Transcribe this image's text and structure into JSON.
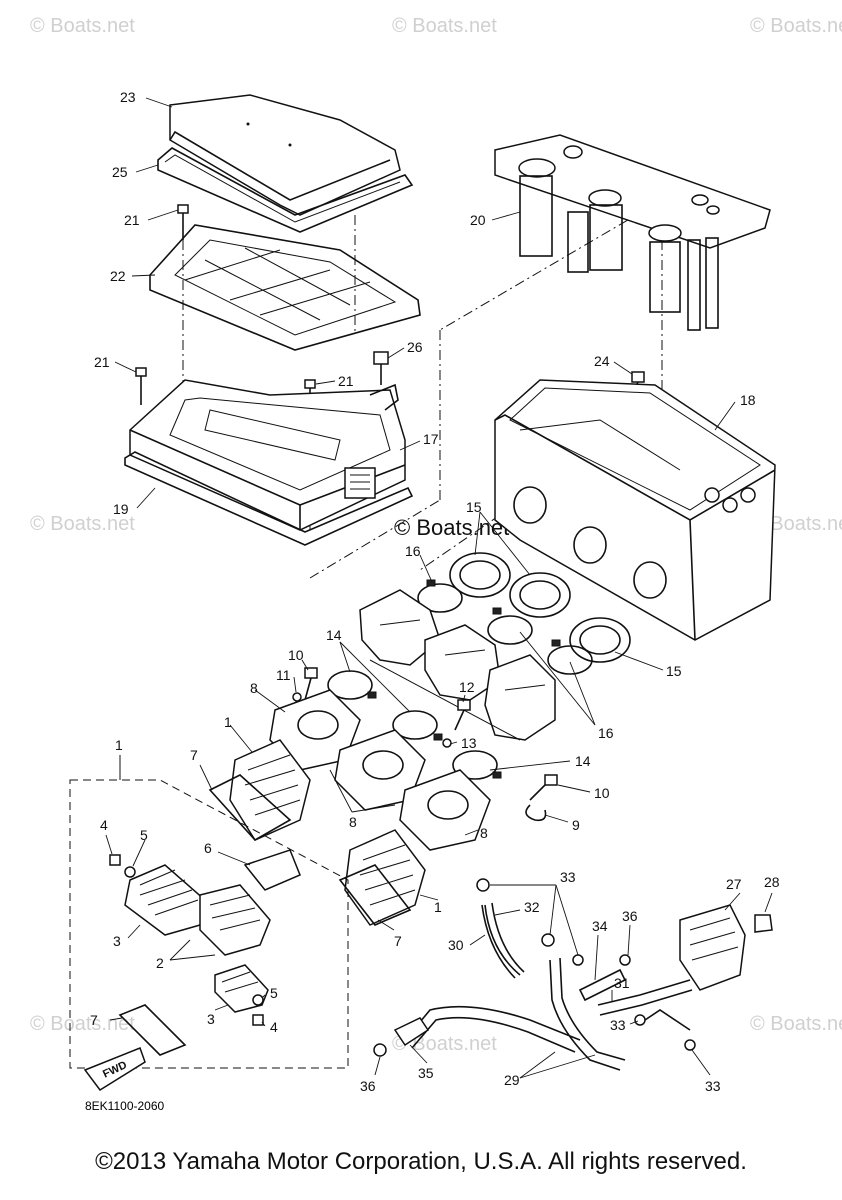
{
  "watermark": {
    "text": "© Boats.net",
    "center_text": "© Boats.net"
  },
  "callouts": {
    "c1a": "1",
    "c1b": "1",
    "c1c": "1",
    "c2": "2",
    "c3a": "3",
    "c3b": "3",
    "c4a": "4",
    "c4b": "4",
    "c5a": "5",
    "c5b": "5",
    "c6": "6",
    "c7a": "7",
    "c7b": "7",
    "c7c": "7",
    "c8a": "8",
    "c8b": "8",
    "c8c": "8",
    "c9": "9",
    "c10a": "10",
    "c10b": "10",
    "c11": "11",
    "c12": "12",
    "c13": "13",
    "c14a": "14",
    "c14b": "14",
    "c15a": "15",
    "c15b": "15",
    "c16a": "16",
    "c16b": "16",
    "c17": "17",
    "c18": "18",
    "c19": "19",
    "c20": "20",
    "c21a": "21",
    "c21b": "21",
    "c21c": "21",
    "c22": "22",
    "c23": "23",
    "c24": "24",
    "c25": "25",
    "c26": "26",
    "c27": "27",
    "c28": "28",
    "c29": "29",
    "c30": "30",
    "c31": "31",
    "c32": "32",
    "c33a": "33",
    "c33b": "33",
    "c33c": "33",
    "c34": "34",
    "c35": "35",
    "c36a": "36",
    "c36b": "36"
  },
  "fwd_label": "FWD",
  "diagram_code": "8EK1100-2060",
  "footer": "©2013 Yamaha Motor Corporation, U.S.A. All rights reserved."
}
